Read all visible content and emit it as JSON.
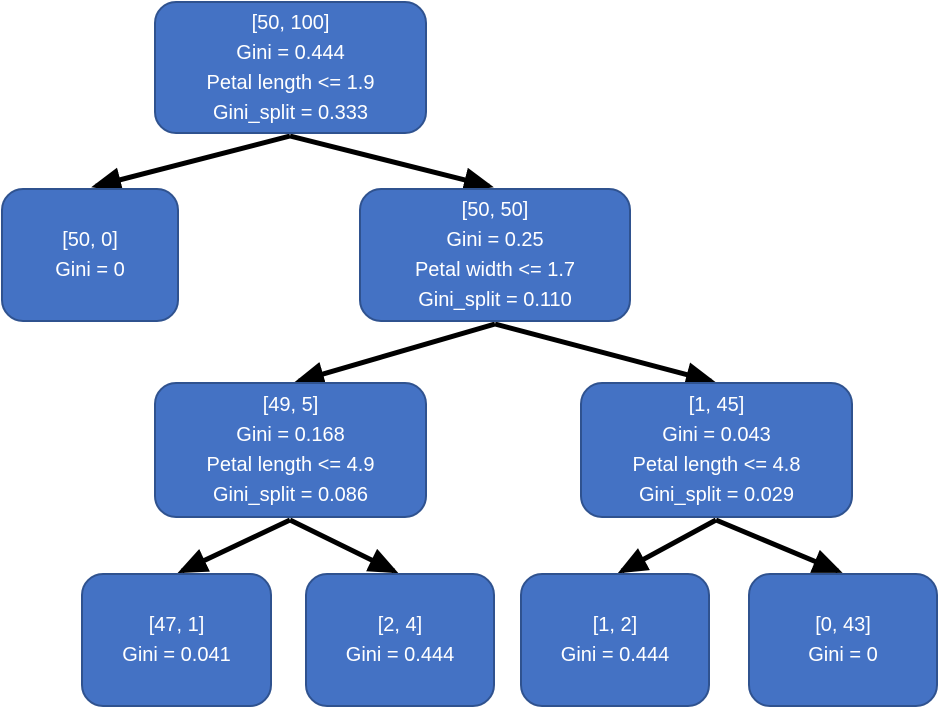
{
  "colors": {
    "node_fill": "#4472c4",
    "node_border": "#2f528f",
    "node_text": "#ffffff",
    "edge": "#000000"
  },
  "nodes": {
    "root": {
      "counts": "[50, 100]",
      "gini": "Gini = 0.444",
      "rule": "Petal length <= 1.9",
      "split": "Gini_split = 0.333"
    },
    "left": {
      "counts": "[50, 0]",
      "gini": "Gini = 0"
    },
    "right": {
      "counts": "[50, 50]",
      "gini": "Gini = 0.25",
      "rule": "Petal width <= 1.7",
      "split": "Gini_split = 0.110"
    },
    "right_left": {
      "counts": "[49, 5]",
      "gini": "Gini = 0.168",
      "rule": "Petal length <= 4.9",
      "split": "Gini_split = 0.086"
    },
    "right_right": {
      "counts": "[1, 45]",
      "gini": "Gini = 0.043",
      "rule": "Petal length <= 4.8",
      "split": "Gini_split = 0.029"
    },
    "right_left_left": {
      "counts": "[47, 1]",
      "gini": "Gini = 0.041"
    },
    "right_left_right": {
      "counts": "[2, 4]",
      "gini": "Gini = 0.444"
    },
    "right_right_left": {
      "counts": "[1, 2]",
      "gini": "Gini = 0.444"
    },
    "right_right_right": {
      "counts": "[0, 43]",
      "gini": "Gini = 0"
    }
  }
}
